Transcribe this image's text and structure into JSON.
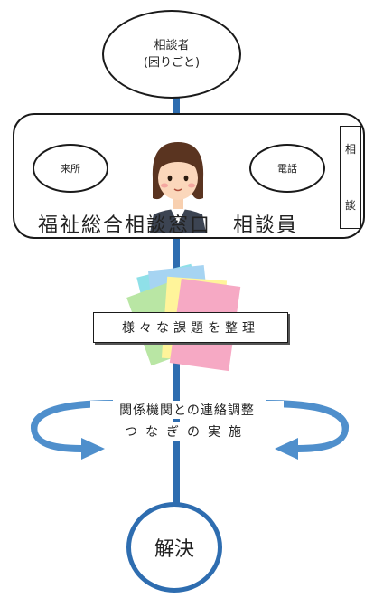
{
  "consultant_node": {
    "line1": "相談者",
    "line2": "(困りごと)"
  },
  "channels": {
    "visit": "来所",
    "phone": "電話"
  },
  "window_title": "福祉総合相談窓口　相談員",
  "side_tab": {
    "char1": "相",
    "char2": "談"
  },
  "organize_label": "様々な課題を整理",
  "coordination": {
    "line1": "関係機関との連絡調整",
    "line2": "つなぎの実施"
  },
  "result_label": "解決",
  "colors": {
    "flow_line": "#2e6db0",
    "arrow": "#4f8fcc"
  }
}
